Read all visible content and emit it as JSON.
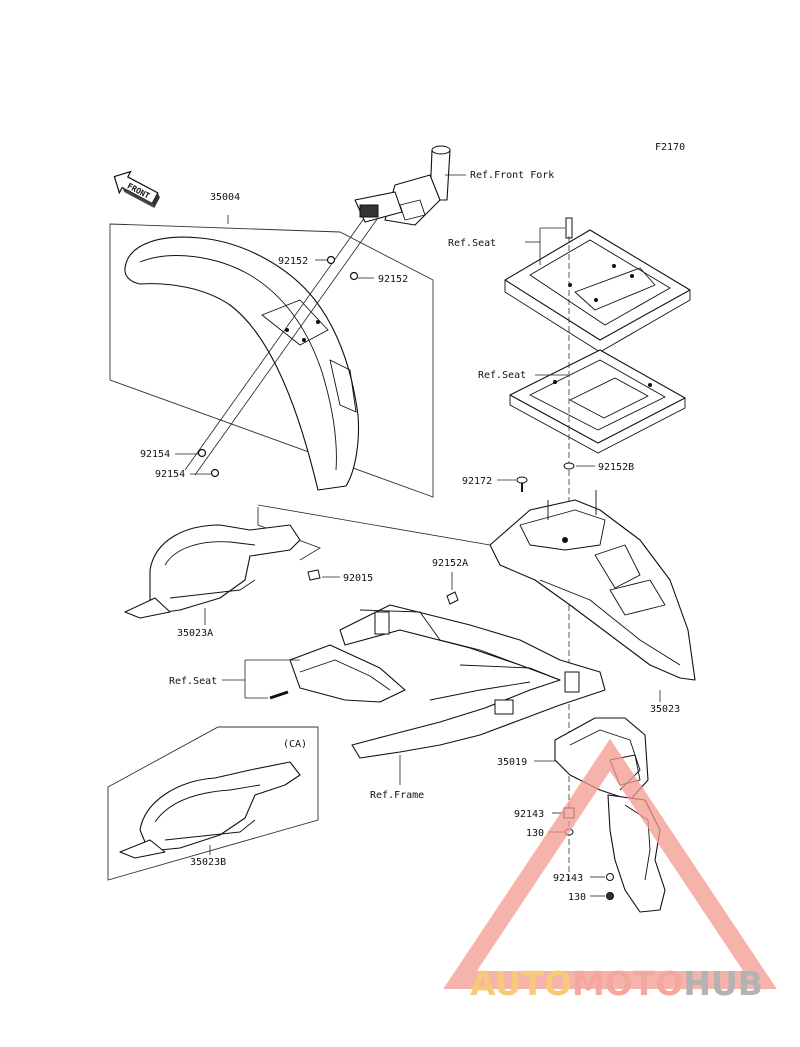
{
  "figure_code": "F2170",
  "front_label": "FRONT",
  "variant_label": "(CA)",
  "labels": {
    "l35004": "35004",
    "l92152a": "92152",
    "l92152b": "92152",
    "l92154a": "92154",
    "l92154b": "92154",
    "refFrontFork": "Ref.Front Fork",
    "refSeat1": "Ref.Seat",
    "refSeat2": "Ref.Seat",
    "refSeat3": "Ref.Seat",
    "l92152B": "92152B",
    "l92172": "92172",
    "l92152A": "92152A",
    "l92015": "92015",
    "l35023A": "35023A",
    "l35023": "35023",
    "l35019": "35019",
    "refFrame": "Ref.Frame",
    "l92143a": "92143",
    "l130a": "130",
    "l92143b": "92143",
    "l130b": "130",
    "l35023B": "35023B"
  },
  "watermark": {
    "part1": "AUTO",
    "part2": "MOTO",
    "part3": "HUB",
    "colors": {
      "auto": "#f6b84e",
      "moto": "#f08a7e",
      "hub": "#9a9a9a",
      "triangle": "#f39a90"
    }
  }
}
